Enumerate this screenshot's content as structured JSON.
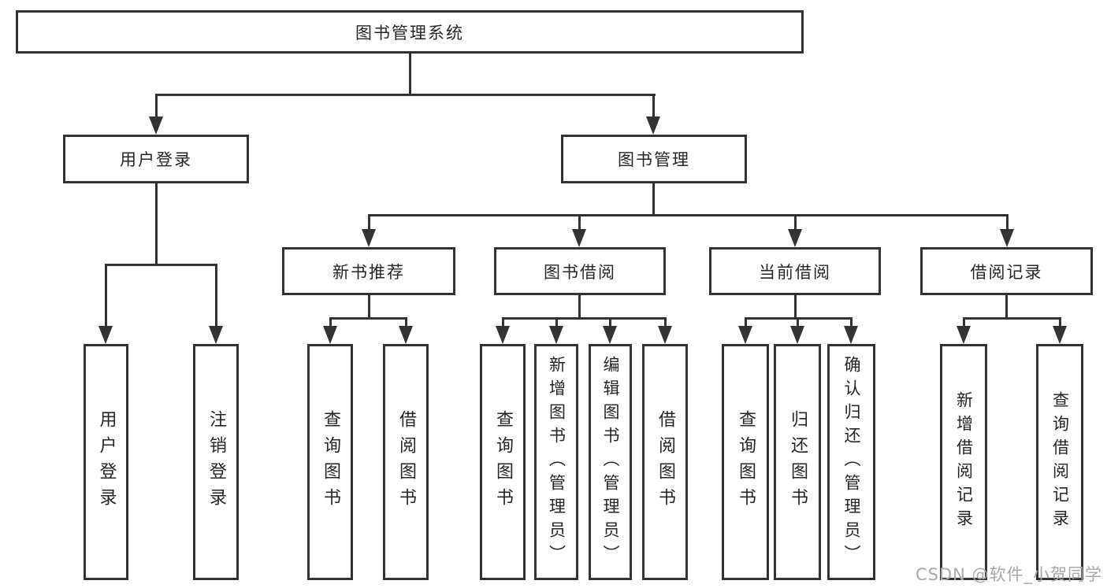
{
  "diagram": {
    "root": {
      "label": "图书管理系统"
    },
    "level2": [
      {
        "label": "用户登录"
      },
      {
        "label": "图书管理"
      }
    ],
    "level3": [
      {
        "label": "新书推荐"
      },
      {
        "label": "图书借阅"
      },
      {
        "label": "当前借阅"
      },
      {
        "label": "借阅记录"
      }
    ],
    "leaves": {
      "user_login": [
        "用户登录",
        "注销登录"
      ],
      "new_book": [
        "查询图书",
        "借阅图书"
      ],
      "book_borrow": [
        "查询图书",
        "新增图书（管理员）",
        "编辑图书（管理员）",
        "借阅图书"
      ],
      "current_borrow": [
        "查询图书",
        "归还图书",
        "确认归还（管理员）"
      ],
      "borrow_record": [
        "新增借阅记录",
        "查询借阅记录"
      ]
    }
  },
  "watermark": "CSDN @软件_小贺同学",
  "colors": {
    "line": "#333333",
    "text": "#262626",
    "watermark": "#a8a8a8",
    "background": "#ffffff"
  }
}
